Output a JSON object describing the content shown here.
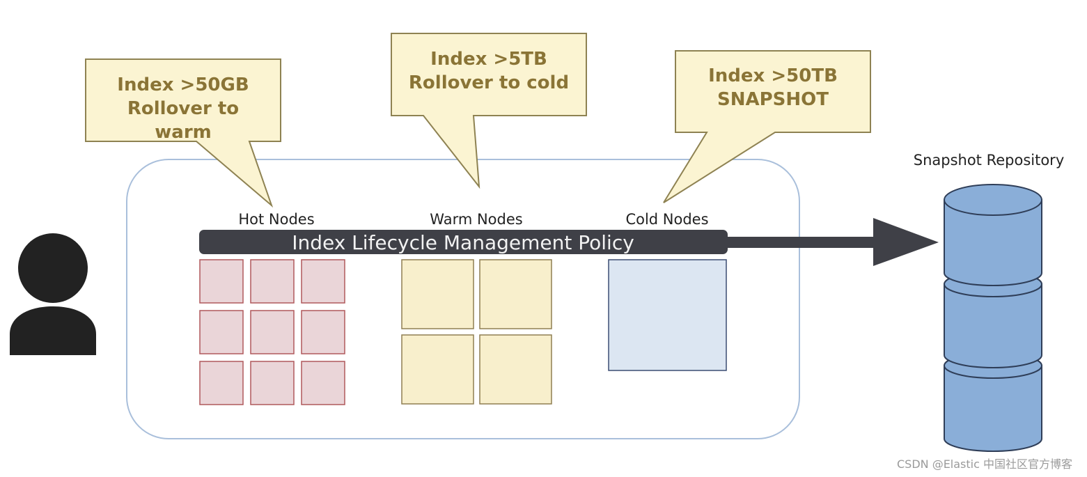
{
  "callouts": {
    "hot": {
      "lines": [
        "Index >50GB",
        "Rollover to",
        "warm"
      ]
    },
    "warm": {
      "lines": [
        "Index >5TB",
        "Rollover to cold"
      ]
    },
    "cold": {
      "lines": [
        "Index >50TB",
        "SNAPSHOT"
      ]
    }
  },
  "tiers": {
    "hot": {
      "label": "Hot Nodes",
      "shard_count": 9,
      "fill": "#ead5d8",
      "stroke": "#b0585c"
    },
    "warm": {
      "label": "Warm Nodes",
      "shard_count": 4,
      "fill": "#f8efcc",
      "stroke": "#8f7f52"
    },
    "cold": {
      "label": "Cold Nodes",
      "shard_count": 1,
      "fill": "#dce6f2",
      "stroke": "#3b4d73"
    }
  },
  "policy_bar": {
    "label": "Index Lifecycle Management Policy",
    "color": "#3f4047"
  },
  "repository": {
    "label": "Snapshot Repository",
    "fill": "#8aaed8",
    "stroke": "#2f3e58"
  },
  "user": {
    "icon": "user-icon",
    "color": "#222222"
  },
  "callout_colors": {
    "fill": "#fbf4d2",
    "stroke": "#8e8252"
  },
  "cluster_border_color": "#a9bfdb",
  "watermark": "CSDN @Elastic 中国社区官方博客"
}
